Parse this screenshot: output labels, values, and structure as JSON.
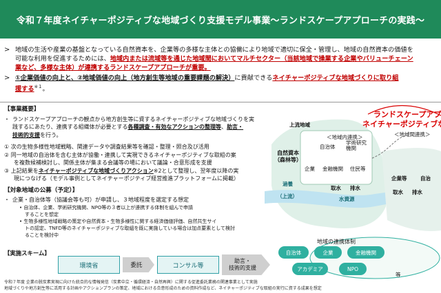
{
  "header": {
    "title": "令和７年度ネイチャーポジティブな地域づくり支援モデル事業～ランドスケープアプローチの実践～"
  },
  "bullets": [
    {
      "line1": "地域の生活や産業の基盤となっている自然資本を、企業等の多様な主体との協働により地域で適切に保全・管理し、地域の自然資本の価値を",
      "line2a": "可能な利用を促進するためには、",
      "line2b": "地域内または流域等を通じた地域間においてマルチセクター（当該地域で操業する企業やバリューチェーン",
      "line3": "業など、多様な主体）が連携するランドスケープアプローチが重要。"
    },
    {
      "line1a": "①企業価値の向上と、②地域価値の向上（地方創生等地域の重要課題の解決）",
      "line1b": "に貢献できる",
      "line1c": "ネイチャーポジティブな地域づくりに取り組",
      "line2": "援する",
      "note": "※１",
      "tail": "。"
    }
  ],
  "overview": {
    "title": "【事業概要】",
    "p1a": "ランドスケープアプローチの観点から地方創生等に資するネイチャーポジティブな地域づくりを実",
    "p1b": "践するにあたり、連携する組織体が必要とする",
    "p1c": "各種調査・有効なアクションの整理等",
    "p1d": "、",
    "p1e": "助言・",
    "p1f": "技術的支援",
    "p1g": "を行う。",
    "i1": "① 次の生物多様性地域戦略、関連データや調査結果等を確認・整理・照合及び活用",
    "i2a": "② 同一地域の自治体を含む主体が協働・連携して実現できるネイチャーポジティブな取組の案",
    "i2b": "を複数候補検討し、関係主体が集まる会議等の場において議論・合意形成を支援",
    "i3a": "③ 上記結果を",
    "i3b": "ネイチャーポジティブな地域づくりアクション",
    "i3c": "※2として整理し、翌年度以降の実",
    "i3d": "現につなげる（モデル事例としてネイチャーポジティブ経営推進プラットフォームに掲載）"
  },
  "target": {
    "title": "【対象地域の公募（予定）】",
    "p1": "企業・自治体等（協議会等も可）が申請し、３地域程度を選定する想定",
    "s1a": "自治体、企業、学術研究機関、NPO等の３者以上が連携する体制を組んで申請",
    "s1b": "することを想定",
    "s2a": "生物多様性地域戦略の策定や自然資本・生物多様性に関する経済価値評価、自然共生サイ",
    "s2b": "トの認定、TNFD等のネイチャーポジティブな取組を既に実施している場合は加点要素として検討",
    "s2c": "ることを検討中"
  },
  "scheme": {
    "title": "【実施スキーム】",
    "env": "環境省",
    "commission": "委託",
    "consultant": "コンサル等",
    "advice": "助言・\n技術的支援"
  },
  "footnote": {
    "l1": "令和７年度 企業の脱炭素実現に向けた統合的な情報発信（炭素中立・循環経済・自然再興）に関する促進委託業務の関連事業として実施",
    "l2": "地域づくりや地方創生等に活用する計画やアクションプランの策定、地域における合意形成のための資料作成など、ネイチャーポジティブな取組の実行に資する成果を想定"
  },
  "diagram": {
    "title1": "ランドスケープアプロ",
    "title2": "ネイチャーポジティブな地",
    "upstream_area": "上流地域",
    "natural_capital": "自然資本\n（森林等）",
    "system_in_region": "＜地域内連携＞",
    "local_gov": "自治体",
    "academic": "学術研究\n機関",
    "company": "企業",
    "finance": "金融機関",
    "resident": "住民等",
    "upstream": "（上流）",
    "water_supply": "涵養",
    "intake": "取水",
    "discharge": "排水",
    "water_res": "水資源",
    "interregional": "＜地域間連携＞",
    "company_etc": "企業等",
    "local_gov2": "自治",
    "intake2": "取水",
    "discharge2": "排水",
    "regional_system": "地域の連携体制",
    "pills": [
      "自治体",
      "企業",
      "金融機関",
      "アカデミア",
      "NPO"
    ],
    "etc": "等"
  },
  "colors": {
    "header": "#1f8a5a",
    "accent_red": "#c00000",
    "teal": "#2f9fa5",
    "pill": "#2fb0a0"
  }
}
